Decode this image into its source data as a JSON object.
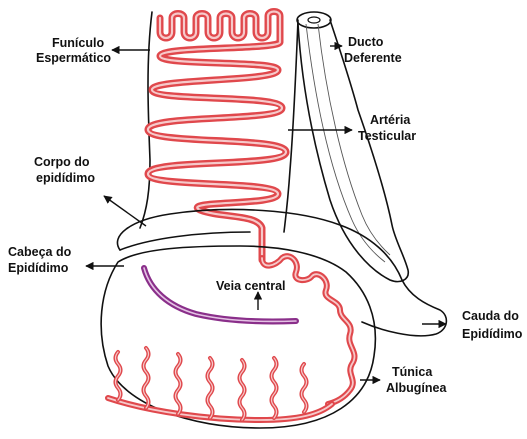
{
  "labels": {
    "funiculo_line1": "Funículo",
    "funiculo_line2": "Espermático",
    "ducto_line1": "Ducto",
    "ducto_line2": "Deferente",
    "arteria_line1": "Artéria",
    "arteria_line2": "Testicular",
    "corpo_line1": "Corpo do",
    "corpo_line2": "epidídimo",
    "cabeca_line1": "Cabeça do",
    "cabeca_line2": "Epidídimo",
    "veia": "Veia central",
    "cauda_line1": "Cauda do",
    "cauda_line2": "Epidídimo",
    "tunica_line1": "Túnica",
    "tunica_line2": "Albugínea"
  },
  "colors": {
    "artery": "#e0484c",
    "artery_core": "#f6c9ca",
    "vein": "#8a2f8a",
    "vein_core": "#e4c2e4",
    "outline": "#111111"
  }
}
